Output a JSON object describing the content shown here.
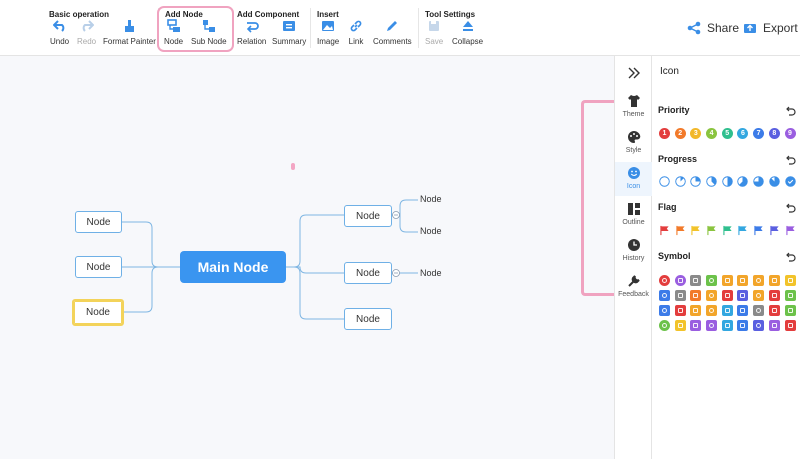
{
  "toolbar": {
    "groups": [
      {
        "title": "Basic operation",
        "tools": [
          "Undo",
          "Redo",
          "Format Painter"
        ]
      },
      {
        "title": "Add Node",
        "tools": [
          "Node",
          "Sub Node"
        ]
      },
      {
        "title": "Add Component",
        "tools": [
          "Relation",
          "Summary"
        ]
      },
      {
        "title": "Insert",
        "tools": [
          "Image",
          "Link",
          "Comments"
        ]
      },
      {
        "title": "Tool Settings",
        "tools": [
          "Save",
          "Collapse"
        ]
      }
    ],
    "share_label": "Share",
    "export_label": "Export"
  },
  "canvas": {
    "main_node": "Main Node",
    "left_nodes": [
      "Node",
      "Node",
      "Node"
    ],
    "right_nodes": [
      "Node",
      "Node",
      "Node"
    ],
    "leaf_nodes": [
      "Node",
      "Node",
      "Node"
    ]
  },
  "side_tabs": [
    "Theme",
    "Style",
    "Icon",
    "Outline",
    "History",
    "Feedback"
  ],
  "active_tab": "Icon",
  "panel": {
    "title": "Icon",
    "sections": {
      "priority": "Priority",
      "progress": "Progress",
      "flag": "Flag",
      "symbol": "Symbol"
    },
    "priority_values": [
      "1",
      "2",
      "3",
      "4",
      "5",
      "6",
      "7",
      "8",
      "9"
    ],
    "priority_colors": [
      "#e33d3d",
      "#f27a2a",
      "#f2b82a",
      "#8ac43f",
      "#2fbf8e",
      "#33a7e0",
      "#3c7be8",
      "#5a5fe0",
      "#9a5ee0"
    ],
    "progress_levels": [
      0,
      0.125,
      0.25,
      0.375,
      0.5,
      0.625,
      0.75,
      0.875,
      1
    ],
    "flag_colors": [
      "#e33d3d",
      "#f27a2a",
      "#f2c32a",
      "#8ac43f",
      "#2fbf8e",
      "#33a7e0",
      "#3c7be8",
      "#5a5fe0",
      "#9a5ee0"
    ],
    "symbol_colors": [
      "#e33d3d",
      "#9a5ee0",
      "#8a8a8a",
      "#6cc24a",
      "#f2a52a",
      "#f2a52a",
      "#f2a52a",
      "#f2a52a",
      "#f2c32a",
      "#3c7be8",
      "#8a8a8a",
      "#f27a2a",
      "#f2a52a",
      "#e33d3d",
      "#5a5fe0",
      "#f2a52a",
      "#e33d3d",
      "#6cc24a",
      "#3c7be8",
      "#e33d3d",
      "#f2a52a",
      "#f2a52a",
      "#33a7e0",
      "#3c7be8",
      "#8a8a8a",
      "#e33d3d",
      "#6cc24a",
      "#6cc24a",
      "#f2c32a",
      "#9a5ee0",
      "#9a5ee0",
      "#33a7e0",
      "#3c7be8",
      "#5a5fe0",
      "#9a5ee0",
      "#e33d3d"
    ]
  },
  "colors": {
    "accent": "#3a95f0",
    "node_border": "#6fb0e6",
    "highlight": "#f0a3c0",
    "selected": "#f3d35a"
  }
}
